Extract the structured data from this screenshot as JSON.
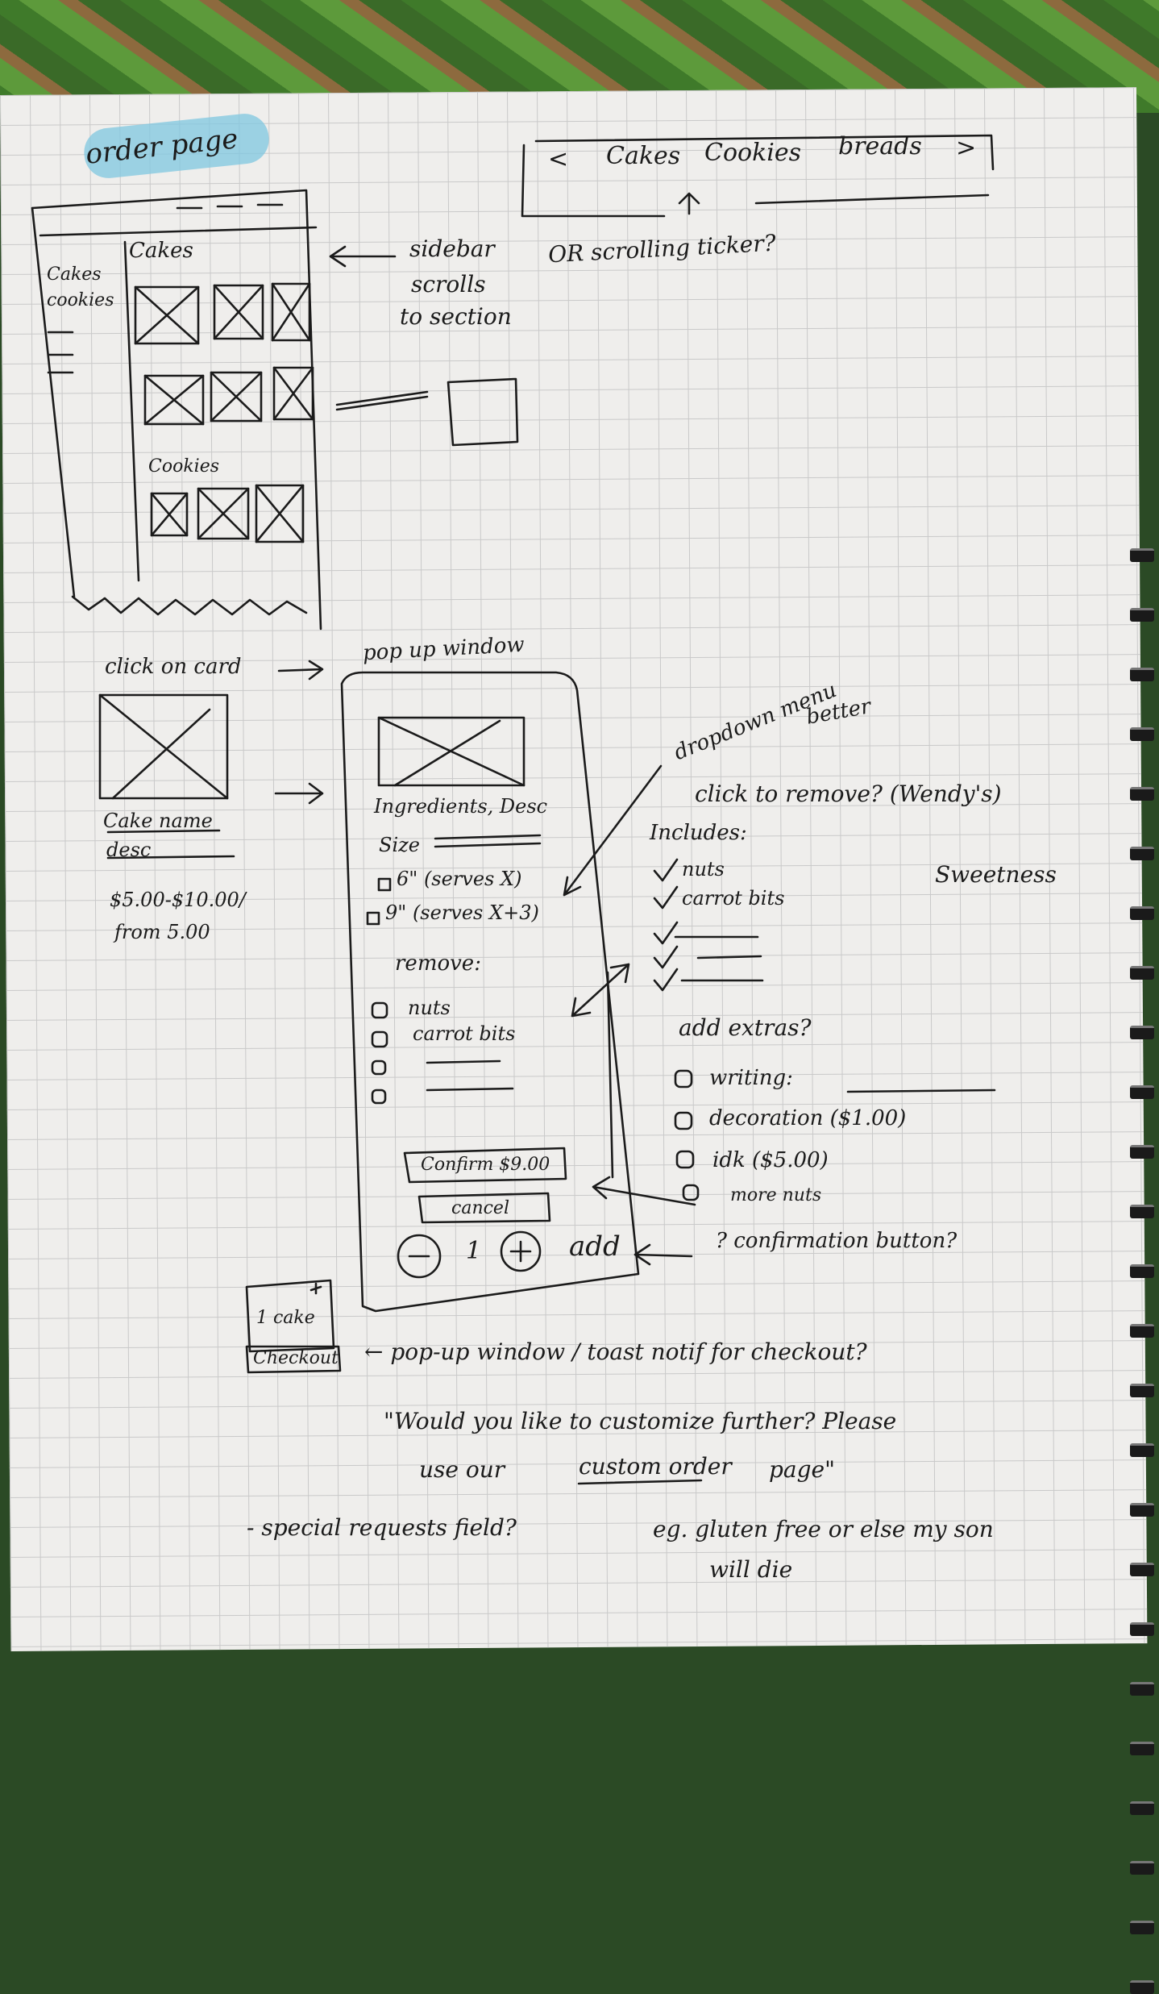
{
  "title": "order page",
  "ticker": {
    "left_arrow": "<",
    "items": [
      "Cakes",
      "Cookies",
      "breads"
    ],
    "right_arrow": ">",
    "caption": "OR scrolling ticker?"
  },
  "wireframe": {
    "sidebar_items": [
      "Cakes",
      "cookies"
    ],
    "section_cakes": "Cakes",
    "section_cookies": "Cookies"
  },
  "sidebar_note": [
    "sidebar",
    "scrolls",
    "to section"
  ],
  "click_on_card": "click on card",
  "card": {
    "name": "Cake name",
    "desc": "desc",
    "price": "$5.00-$10.00/",
    "from": "from 5.00"
  },
  "popup": {
    "title": "pop up window",
    "ingredients": "Ingredients, Desc",
    "size_label": "Size",
    "sizes": [
      "6\" (serves X)",
      "9\" (serves X+3)"
    ],
    "remove_label": "remove:",
    "remove_items": [
      "nuts",
      "carrot bits"
    ],
    "confirm": "Confirm $9.00",
    "cancel": "cancel",
    "minus": "−",
    "quantity": "1",
    "plus": "+",
    "add": "add"
  },
  "dropdown_note": [
    "dropdown menu",
    "better"
  ],
  "click_to_remove": "click to remove? (Wendy's)",
  "includes": {
    "label": "Includes:",
    "items": [
      "nuts",
      "carrot bits"
    ]
  },
  "sweetness": "Sweetness",
  "extras": {
    "label": "add extras?",
    "items": [
      "writing:",
      "decoration ($1.00)",
      "idk ($5.00)",
      "more nuts"
    ]
  },
  "confirmation_note": "? confirmation button?",
  "toast": {
    "count": "1 cake",
    "checkout": "Checkout"
  },
  "toast_note": "← pop-up window / toast notif for checkout?",
  "quote_line1": "\"Would you like to customize further? Please",
  "quote_line2_pre": "use our",
  "quote_line2_link": "custom order",
  "quote_line2_post": "page\"",
  "special_requests": "- special requests field?",
  "example_line1": "eg. gluten free or else my son",
  "example_line2": "will die"
}
